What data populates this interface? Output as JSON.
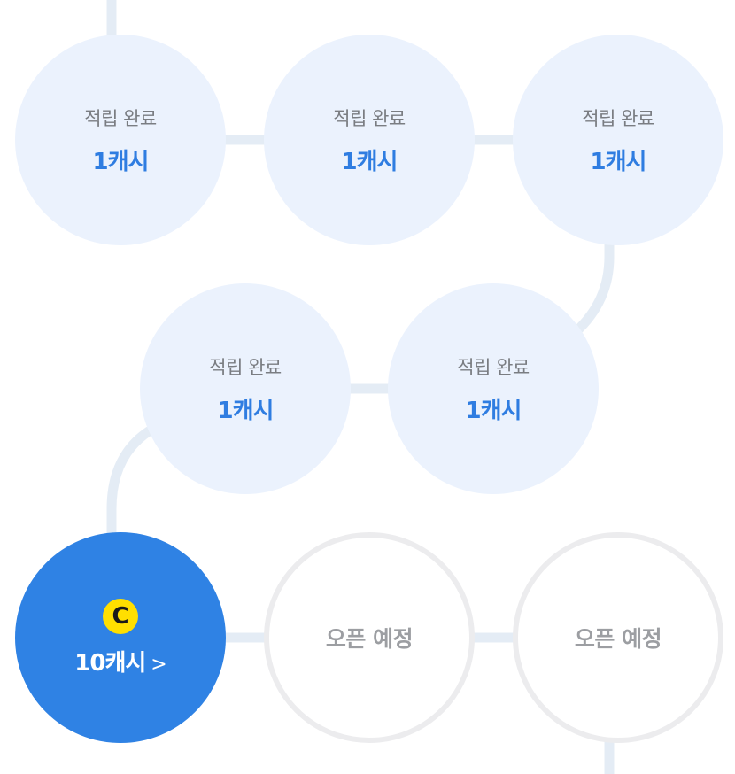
{
  "colors": {
    "accent": "#2f82e4",
    "completed_bg": "#ebf2fd",
    "coin": "#ffdf00",
    "connector": "#e4ecf5"
  },
  "nodes": [
    {
      "status": "completed",
      "label": "적립 완료",
      "amount": "1캐시"
    },
    {
      "status": "completed",
      "label": "적립 완료",
      "amount": "1캐시"
    },
    {
      "status": "completed",
      "label": "적립 완료",
      "amount": "1캐시"
    },
    {
      "status": "completed",
      "label": "적립 완료",
      "amount": "1캐시"
    },
    {
      "status": "completed",
      "label": "적립 완료",
      "amount": "1캐시"
    },
    {
      "status": "current",
      "coin": "C",
      "amount": "10캐시",
      "chevron": ">"
    },
    {
      "status": "upcoming",
      "label": "오픈 예정"
    },
    {
      "status": "upcoming",
      "label": "오픈 예정"
    }
  ]
}
